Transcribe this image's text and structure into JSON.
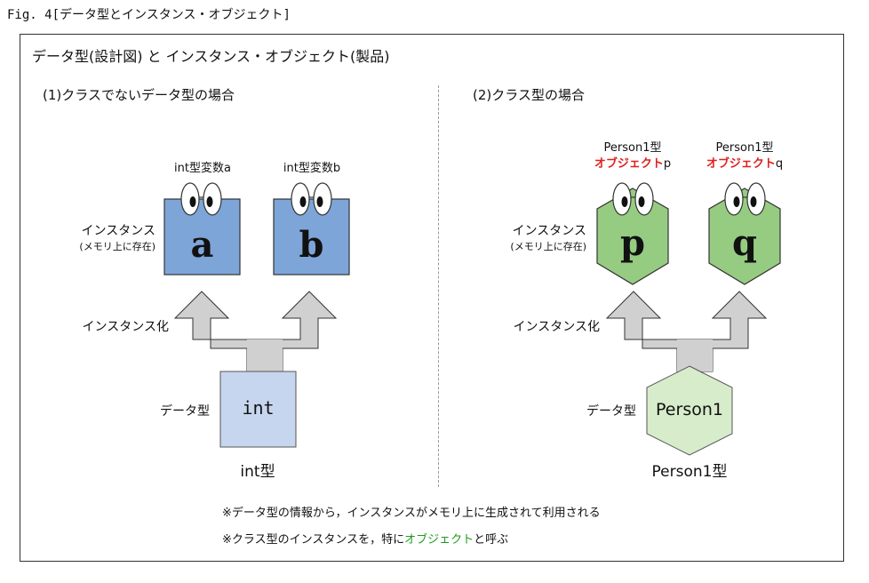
{
  "caption": "Fig. 4[データ型とインスタンス・オブジェクト]",
  "frame_title": "データ型(設計図) と インスタンス・オブジェクト(製品)",
  "left": {
    "title": "(1)クラスでないデータ型の場合",
    "instance_label": "インスタンス",
    "instance_sub": "(メモリ上に存在)",
    "instantiate_label": "インスタンス化",
    "datatype_label": "データ型",
    "var_a_label": "int型変数a",
    "var_b_label": "int型変数b",
    "letter_a": "a",
    "letter_b": "b",
    "type_box_text": "int",
    "type_caption": "int型"
  },
  "right": {
    "title": "(2)クラス型の場合",
    "instance_label": "インスタンス",
    "instance_sub": "(メモリ上に存在)",
    "instantiate_label": "インスタンス化",
    "datatype_label": "データ型",
    "obj_p_type": "Person1型",
    "obj_p_name": "オブジェクト",
    "obj_p_suffix": "p",
    "obj_q_type": "Person1型",
    "obj_q_name": "オブジェクト",
    "obj_q_suffix": "q",
    "letter_p": "p",
    "letter_q": "q",
    "type_box_text": "Person1",
    "type_caption": "Person1型"
  },
  "notes": {
    "note1": "※データ型の情報から，インスタンスがメモリ上に生成されて利用される",
    "note2_prefix": "※クラス型のインスタンスを，特に",
    "note2_highlight": "オブジェクト",
    "note2_suffix": "と呼ぶ"
  },
  "colors": {
    "blue_box": "#7ea5d8",
    "light_blue_box": "#c6d6ee",
    "green_hex": "#96cc82",
    "light_green_hex": "#d6eccb",
    "arrow_fill": "#d0d0d0",
    "red_text": "#e0201e",
    "green_text": "#1e9a1e"
  }
}
